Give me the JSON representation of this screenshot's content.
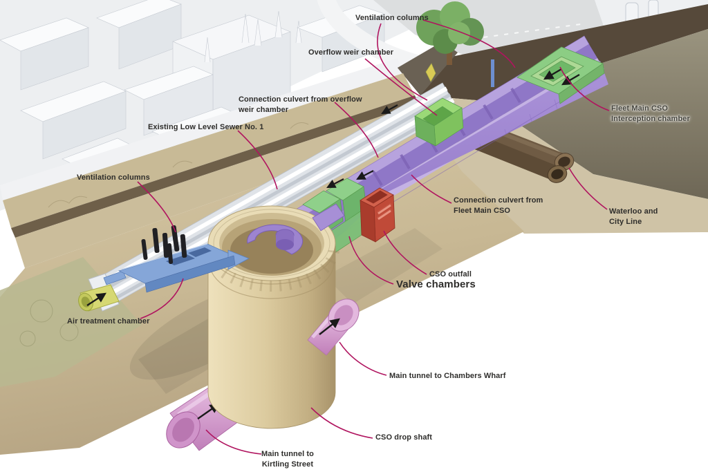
{
  "diagram": {
    "labels": [
      {
        "id": "ventilation-columns-top",
        "text": "Ventilation columns"
      },
      {
        "id": "overflow-weir-chamber",
        "text": "Overflow weir chamber"
      },
      {
        "id": "connection-culvert-overflow",
        "text": "Connection culvert from overflow\nweir chamber"
      },
      {
        "id": "existing-low-level-sewer",
        "text": "Existing Low Level Sewer No. 1"
      },
      {
        "id": "ventilation-columns-left",
        "text": "Ventilation columns"
      },
      {
        "id": "fleet-main-cso-interception",
        "text": "Fleet Main CSO\nInterception chamber"
      },
      {
        "id": "waterloo-city-line",
        "text": "Waterloo and\nCity Line"
      },
      {
        "id": "connection-culvert-fleet",
        "text": "Connection culvert from\nFleet Main CSO"
      },
      {
        "id": "cso-outfall",
        "text": "CSO outfall"
      },
      {
        "id": "valve-chambers",
        "text": "Valve chambers"
      },
      {
        "id": "air-treatment-chamber",
        "text": "Air treatment chamber"
      },
      {
        "id": "main-tunnel-chambers-wharf",
        "text": "Main tunnel to Chambers Wharf"
      },
      {
        "id": "cso-drop-shaft",
        "text": "CSO drop shaft"
      },
      {
        "id": "main-tunnel-kirtling",
        "text": "Main tunnel to\nKirtling Street"
      }
    ],
    "colors": {
      "leader_line": "#b0145f",
      "culvert_purple": "#a78fd6",
      "chamber_green": "#7fc25e",
      "outfall_red": "#c04a38",
      "shaft_tan": "#dccb9f",
      "tunnel_pink": "#cf92c8",
      "chamber_blue": "#85a6d8",
      "sewer_grey": "#dfe3e8",
      "tube_brown": "#6f5b44",
      "vent_pipe_yellow": "#d6d873",
      "earth": "#cbbd9b"
    }
  }
}
